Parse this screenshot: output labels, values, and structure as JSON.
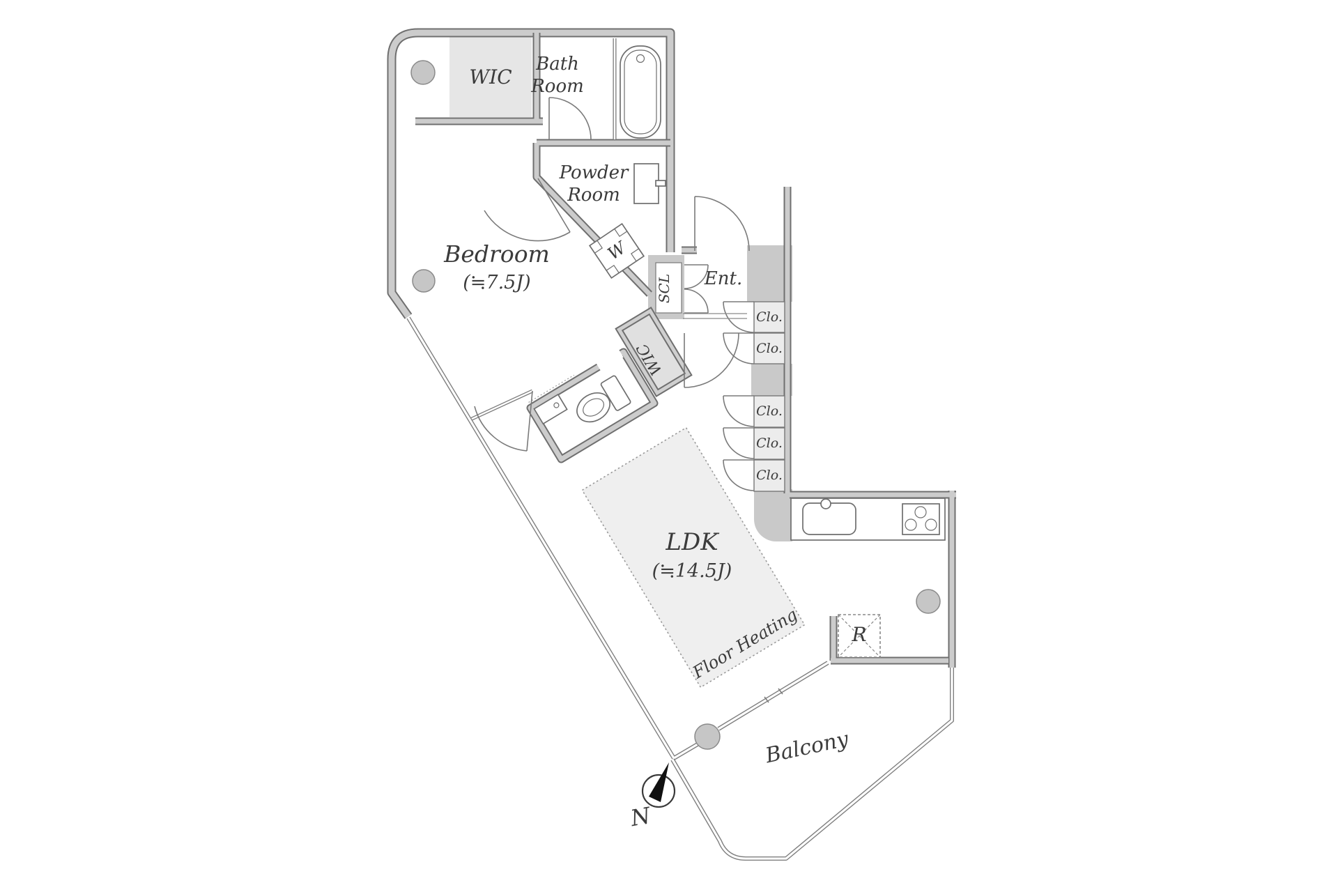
{
  "rooms": {
    "wic_upper": {
      "label": "WIC"
    },
    "bathroom": {
      "line1": "Bath",
      "line2": "Room"
    },
    "powder_room": {
      "line1": "Powder",
      "line2": "Room"
    },
    "bedroom": {
      "name": "Bedroom",
      "size": "(≒7.5J)"
    },
    "shoe_closet": {
      "label": "SCL"
    },
    "entrance": {
      "label": "Ent."
    },
    "wic_middle": {
      "label": "WIC"
    },
    "ldk": {
      "name": "LDK",
      "size": "(≒14.5J)"
    },
    "balcony": {
      "label": "Balcony"
    }
  },
  "closets": {
    "labels": [
      "Clo.",
      "Clo.",
      "Clo.",
      "Clo.",
      "Clo."
    ]
  },
  "fixtures": {
    "washing_machine_label": "W",
    "refrigerator_label": "R"
  },
  "annotations": {
    "floor_heating": "Floor Heating",
    "compass_north": "N"
  },
  "colors": {
    "wall_edge": "#6f6f6f",
    "wall_fill": "#cccccc",
    "closet_fill": "#ececec",
    "storage_fill": "#e0e0e0",
    "heating_fill": "#efefef",
    "pillar_fill": "#c6c6c6",
    "line": "#7a7a7a",
    "text": "#3b3b3b",
    "background": "#ffffff"
  }
}
